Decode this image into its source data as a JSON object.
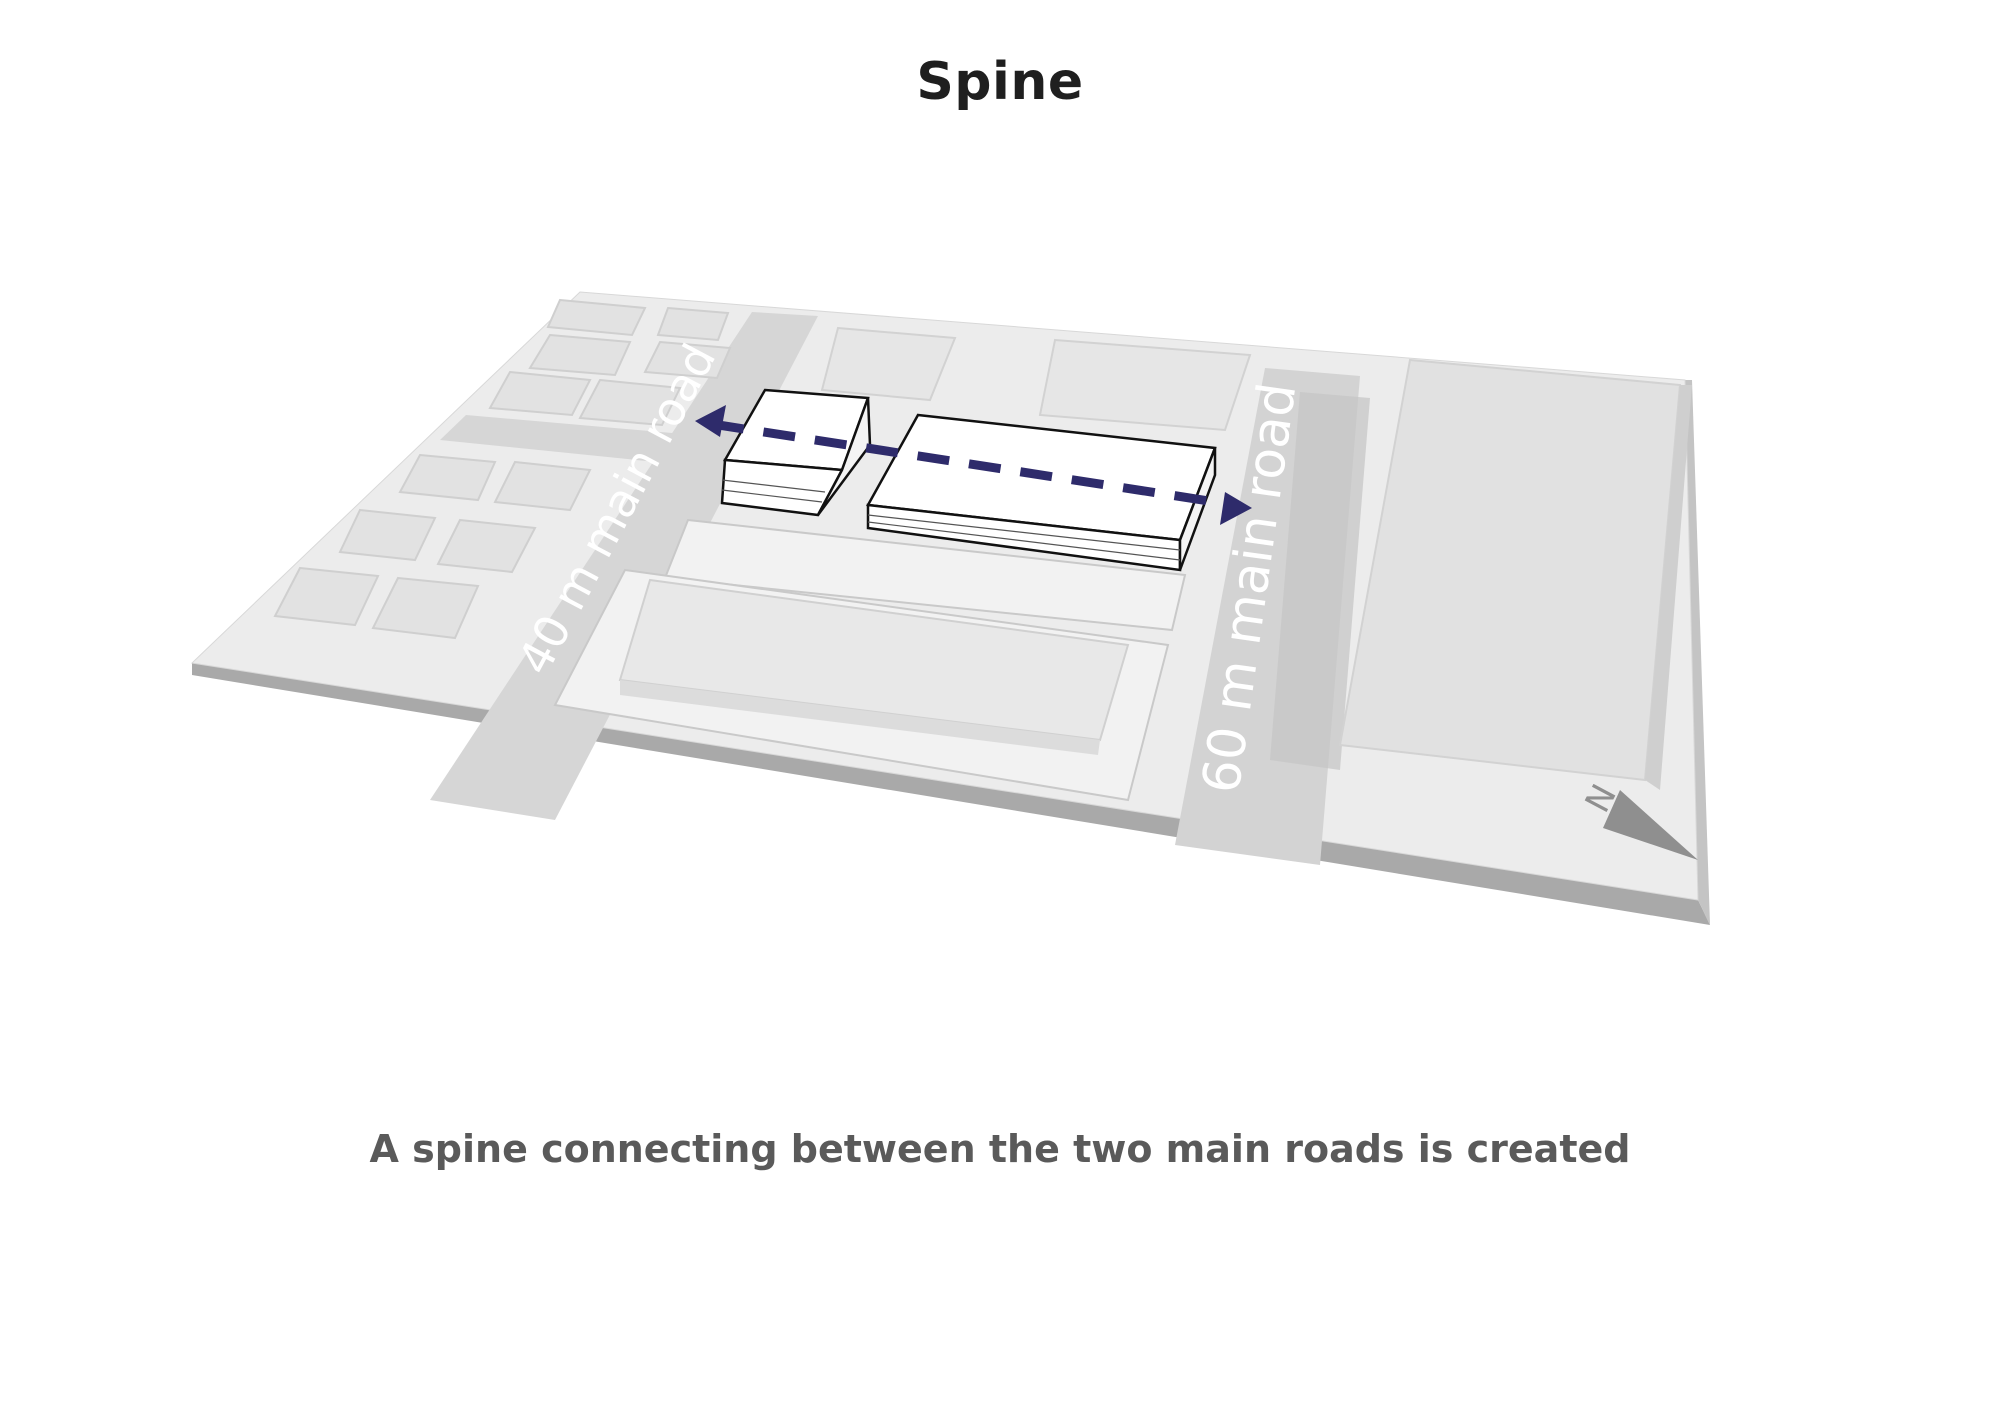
{
  "title": "Spine",
  "caption": "A spine connecting between the two main roads is created",
  "roads": {
    "west": "40 m main road",
    "east": "60 m main road"
  },
  "north_marker": "N",
  "colors": {
    "spine_arrow": "#2e2b6b",
    "site_base": "#e9e9e9",
    "road": "#d9d9d9",
    "highlighted_building": "#ffffff"
  }
}
